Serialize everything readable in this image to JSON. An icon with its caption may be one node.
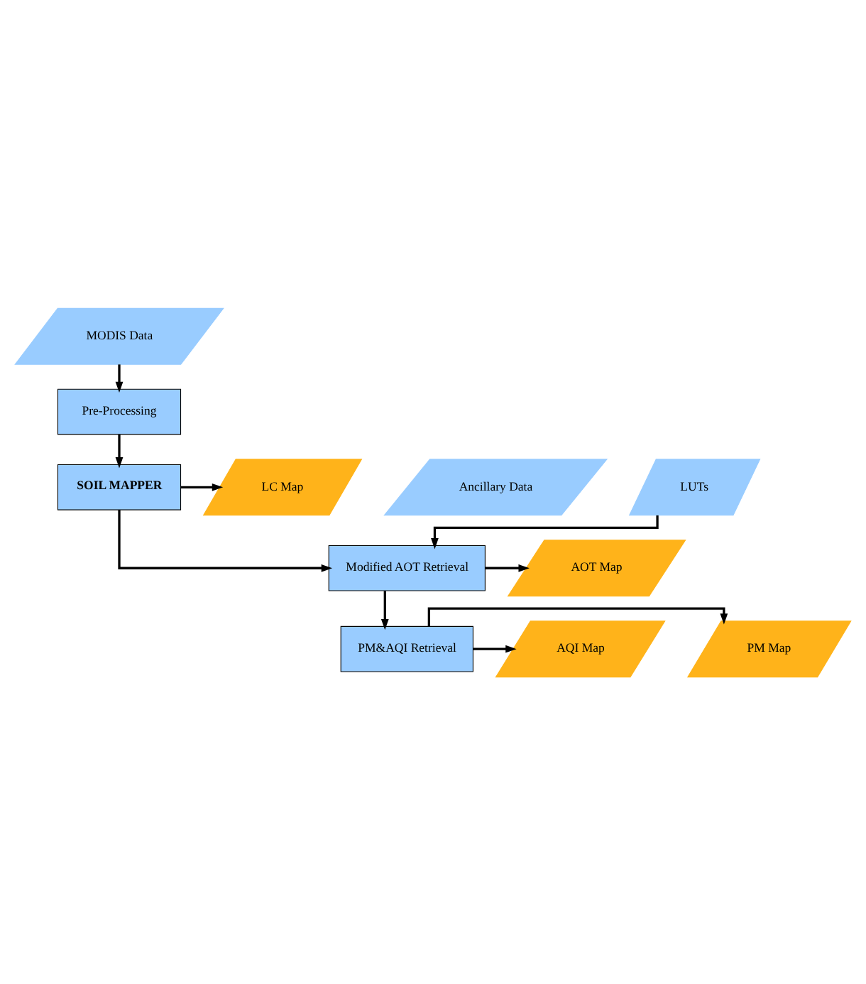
{
  "diagram": {
    "nodes": [
      {
        "text": [
          "MODIS Data"
        ]
      },
      {
        "text": [
          "Pre-Processing"
        ]
      },
      {
        "text": [
          "SOIL MAPPER"
        ]
      },
      {
        "text": [
          "LC Map"
        ]
      },
      {
        "text": [
          "Ancillary Data"
        ]
      },
      {
        "text": [
          "LUTs"
        ]
      },
      {
        "text": [
          "Modified AOT Retrieval"
        ]
      },
      {
        "text": [
          "AOT Map"
        ]
      },
      {
        "text": [
          "PM&AQI Retrieval"
        ]
      },
      {
        "text": [
          "PM Map"
        ]
      },
      {
        "text": [
          "AQI Map"
        ]
      }
    ],
    "edges": [
      {
        "from": 0,
        "to": 1,
        "arrow": "to"
      },
      {
        "from": 1,
        "to": 2,
        "arrow": "to"
      },
      {
        "from": 2,
        "to": 3,
        "arrow": "to"
      },
      {
        "from": 2,
        "to": 6,
        "arrow": "to"
      },
      {
        "from": 5,
        "to": 6,
        "arrow": "to"
      },
      {
        "from": 6,
        "to": 7,
        "arrow": "to"
      },
      {
        "from": 6,
        "to": 8,
        "arrow": "to"
      },
      {
        "from": 8,
        "to": 9,
        "arrow": "to"
      },
      {
        "from": 8,
        "to": 10,
        "arrow": "to"
      }
    ]
  }
}
